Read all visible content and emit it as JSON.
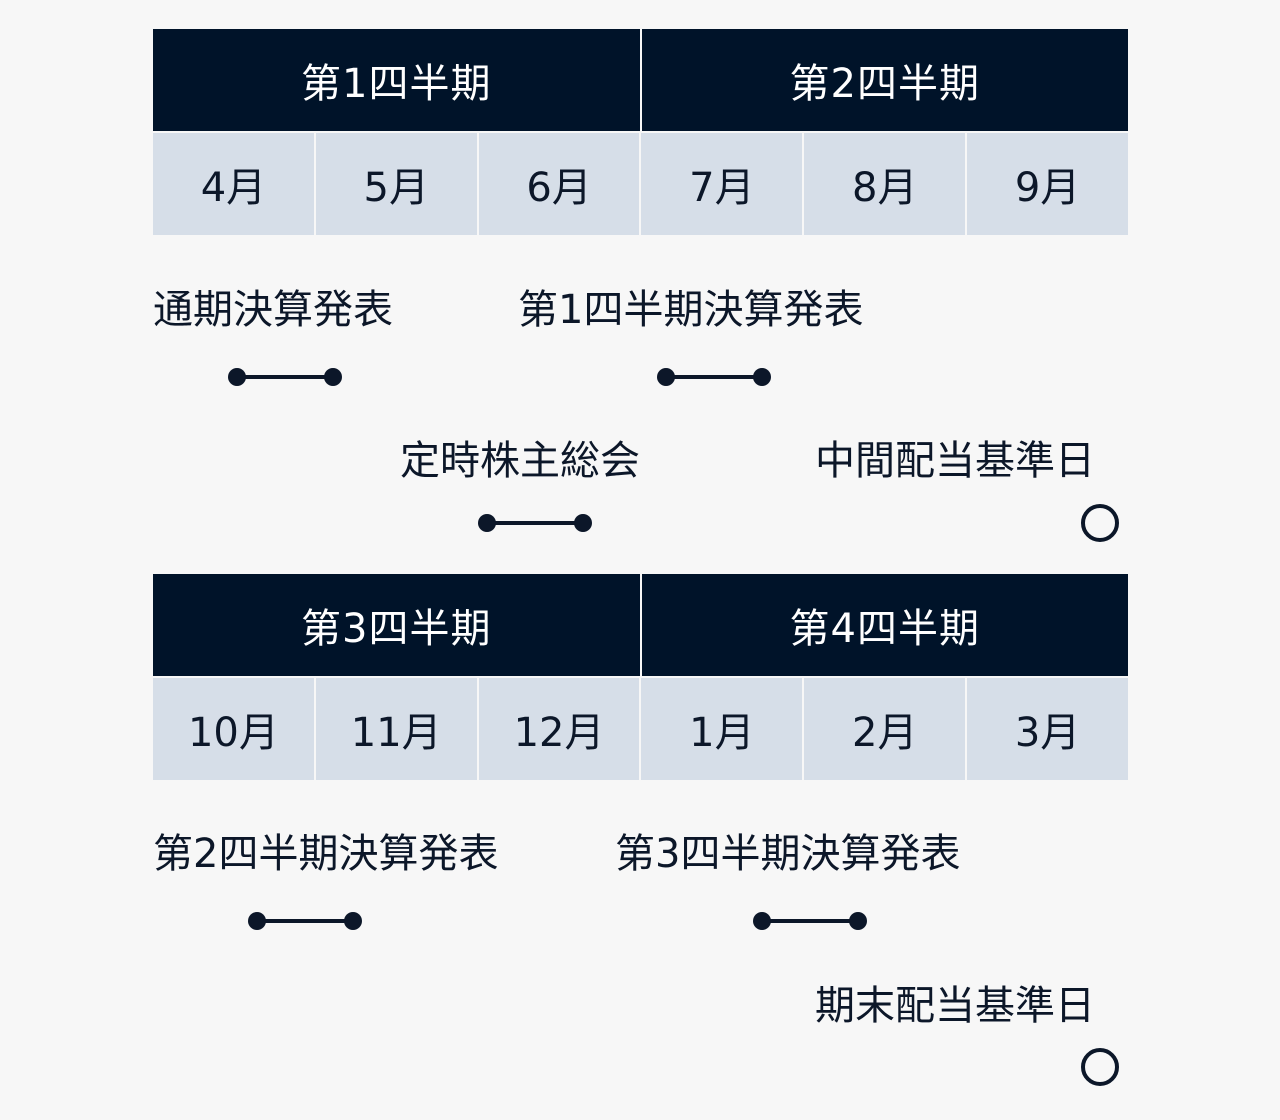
{
  "top": {
    "quarters": [
      "第1四半期",
      "第2四半期"
    ],
    "months": [
      "4月",
      "5月",
      "6月",
      "7月",
      "8月",
      "9月"
    ]
  },
  "bottom": {
    "quarters": [
      "第3四半期",
      "第4四半期"
    ],
    "months": [
      "10月",
      "11月",
      "12月",
      "1月",
      "2月",
      "3月"
    ]
  },
  "events": {
    "annual_results": "通期決算発表",
    "q1_results": "第1四半期決算発表",
    "agm": "定時株主総会",
    "interim_dividend_record": "中間配当基準日",
    "q2_results": "第2四半期決算発表",
    "q3_results": "第3四半期決算発表",
    "year_end_dividend_record": "期末配当基準日"
  }
}
